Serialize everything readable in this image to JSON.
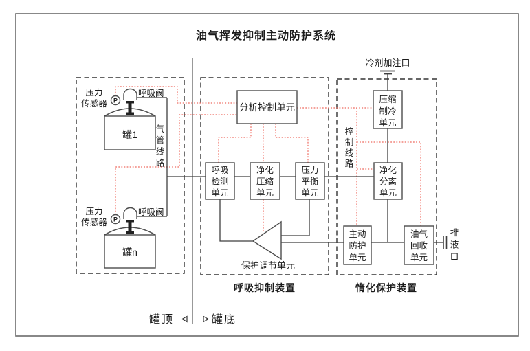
{
  "title": "油气挥发抑制主动防护系统",
  "colors": {
    "line": "#3f3f3f",
    "box_border": "#4d4d4d",
    "dashed_border": "#333333",
    "signal_red": "#ee6a5f",
    "frame": "#6a6a6a"
  },
  "footer": {
    "left_label": "罐顶",
    "right_label": "罐底"
  },
  "tank_section": {
    "pipe_line_label": "气管线路",
    "tanks": [
      {
        "name": "罐1",
        "sensor_line1": "压力",
        "sensor_line2": "传感器",
        "sensor_symbol": "P",
        "valve_label": "呼吸阀"
      },
      {
        "name": "罐n",
        "sensor_line1": "压力",
        "sensor_line2": "传感器",
        "sensor_symbol": "P",
        "valve_label": "呼吸阀"
      }
    ]
  },
  "breathing_device": {
    "section_label": "呼吸抑制装置",
    "analysis_unit_label": "分析控制单元",
    "detect_unit": {
      "lines": [
        "呼吸",
        "检测",
        "单元"
      ]
    },
    "purify_compress_unit": {
      "lines": [
        "净化",
        "压缩",
        "单元"
      ]
    },
    "pressure_balance_unit": {
      "lines": [
        "压力",
        "平衡",
        "单元"
      ]
    },
    "regulator_label": "保护调节单元"
  },
  "inerting_device": {
    "section_label": "惰化保护装置",
    "control_line_label": "控制线路",
    "coolant_port_label": "冷剂加注口",
    "drain_port_label": "排液口",
    "compress_cool_unit": {
      "lines": [
        "压缩",
        "制冷",
        "单元"
      ]
    },
    "purify_separate_unit": {
      "lines": [
        "净化",
        "分离",
        "单元"
      ]
    },
    "active_protect_unit": {
      "lines": [
        "主动",
        "防护",
        "单元"
      ]
    },
    "recovery_unit": {
      "lines": [
        "油气",
        "回收",
        "单元"
      ]
    }
  }
}
